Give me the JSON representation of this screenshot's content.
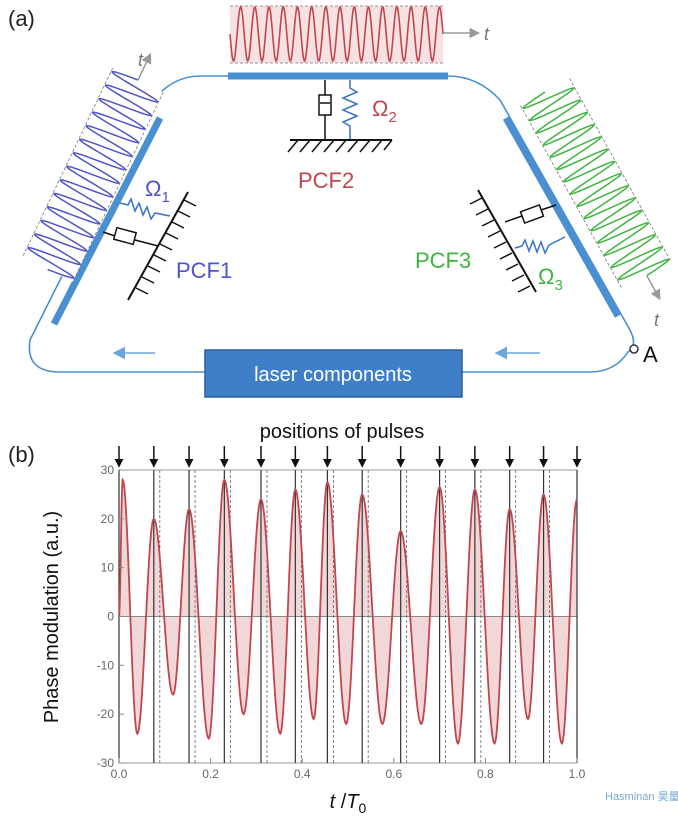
{
  "panel_a": {
    "label": "(a)",
    "time_label": "t",
    "pcf1": {
      "name": "PCF1",
      "omega": "Ω",
      "sub": "1"
    },
    "pcf2": {
      "name": "PCF2",
      "omega": "Ω",
      "sub": "2"
    },
    "pcf3": {
      "name": "PCF3",
      "omega": "Ω",
      "sub": "3"
    },
    "box_label": "laser components",
    "point_label": "A",
    "colors": {
      "red": "#c0474e",
      "blue": "#4f55c8",
      "green": "#3fb53f",
      "fiber": "#4a8fd0",
      "box": "#3f7fc8"
    }
  },
  "panel_b": {
    "label": "(b)",
    "title": "positions of pulses",
    "xlabel_t": "t",
    "xlabel_sep": " /",
    "xlabel_T": "T",
    "xlabel_sub": "0",
    "ylabel": "Phase modulation (a.u.)",
    "watermark": "Hasminan 昊量光电"
  },
  "chart_data": {
    "type": "area",
    "xlim": [
      0.0,
      1.0
    ],
    "ylim": [
      -30,
      30
    ],
    "xticks": [
      0.0,
      0.2,
      0.4,
      0.6,
      0.8,
      1.0
    ],
    "xtick_labels": [
      "0.0",
      "0.2",
      "0.4",
      "0.6",
      "0.8",
      "1.0"
    ],
    "yticks": [
      -30,
      -20,
      -10,
      0,
      10,
      20,
      30
    ],
    "ytick_labels": [
      "-30",
      "-20",
      "-10",
      "0",
      "10",
      "20",
      "30"
    ],
    "pulse_positions": [
      0.0,
      0.076,
      0.153,
      0.23,
      0.31,
      0.385,
      0.455,
      0.531,
      0.615,
      0.7,
      0.777,
      0.853,
      0.927,
      1.0
    ],
    "series": [
      {
        "color": "#c0474e",
        "x": [
          0.0,
          0.008,
          0.04,
          0.076,
          0.118,
          0.153,
          0.196,
          0.23,
          0.272,
          0.31,
          0.352,
          0.385,
          0.425,
          0.455,
          0.496,
          0.531,
          0.575,
          0.615,
          0.66,
          0.7,
          0.74,
          0.777,
          0.82,
          0.853,
          0.893,
          0.927,
          0.967,
          1.0
        ],
        "y": [
          0,
          28,
          -24,
          20,
          -16,
          22,
          -25,
          28,
          -20,
          24,
          -24,
          26,
          -21,
          27.5,
          -22,
          25,
          -22,
          17.5,
          -22,
          26.5,
          -26,
          26,
          -26,
          22,
          -21,
          25,
          -26,
          24
        ]
      }
    ],
    "grid": false
  }
}
